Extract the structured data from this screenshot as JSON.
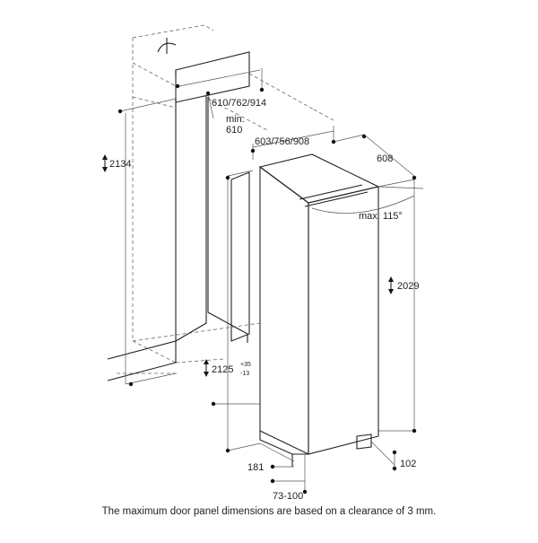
{
  "diagram": {
    "dimensions": {
      "niche_width": "610/762/914",
      "min_depth_label": "min.",
      "min_depth_value": "610",
      "appliance_width": "603/756/908",
      "appliance_depth": "608",
      "door_angle": "max. 115°",
      "niche_height": "2134",
      "appliance_height": "2029",
      "height_base": "2125",
      "height_tol_plus": "+35",
      "height_tol_minus": "-13",
      "plinth_depth": "181",
      "foot_height": "102",
      "plinth_range": "73-100"
    },
    "caption": "The maximum door panel dimensions are based on a clearance of 3 mm."
  }
}
